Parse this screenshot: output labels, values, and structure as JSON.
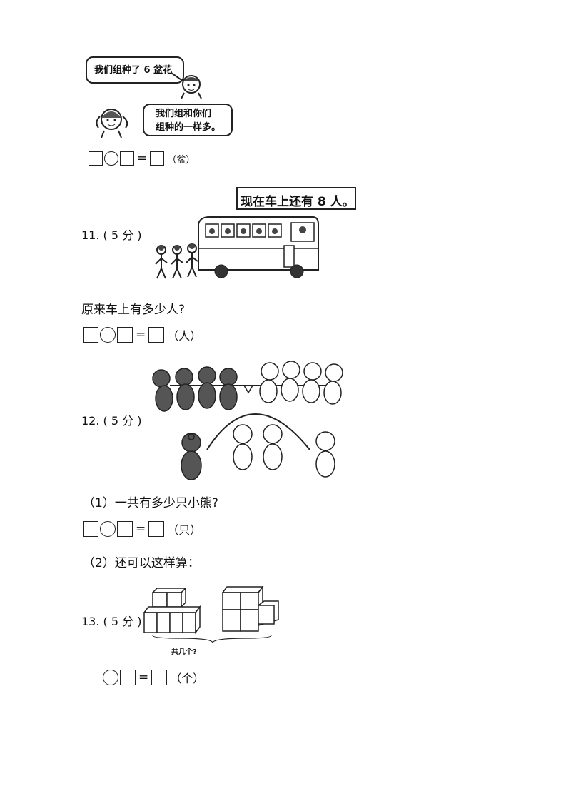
{
  "top": {
    "bubble1": "我们组种了 6 盆花",
    "bubble2_line1": "我们组和你们",
    "bubble2_line2": "组种的一样多。",
    "unit": "（盆）"
  },
  "q11": {
    "number": "11.",
    "score": "( 5 分 )",
    "speech": "现在车上还有 8 人。",
    "question": "原来车上有多少人?",
    "unit": "（人）"
  },
  "q12": {
    "number": "12.",
    "score": "( 5 分 )",
    "part1": "（1）一共有多少只小熊?",
    "unit": "（只）",
    "part2": "（2）还可以这样算："
  },
  "q13": {
    "number": "13.",
    "score": "( 5 分 )",
    "caption": "共几个?",
    "unit": "（个）"
  },
  "equal_sign": "="
}
